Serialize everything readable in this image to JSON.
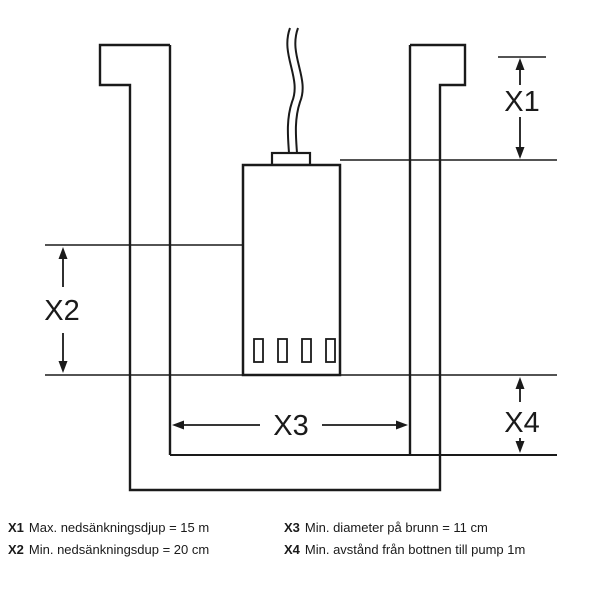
{
  "diagram": {
    "title": "well-pump-installation-dimensions",
    "labels": {
      "x1": "X1",
      "x2": "X2",
      "x3": "X3",
      "x4": "X4"
    }
  },
  "legend": {
    "items": [
      {
        "key": "X1",
        "text": "Max. nedsänkningsdjup = 15 m"
      },
      {
        "key": "X2",
        "text": "Min. nedsänkningsdup = 20 cm"
      },
      {
        "key": "X3",
        "text": "Min. diameter på brunn = 11 cm"
      },
      {
        "key": "X4",
        "text": "Min. avstånd från bottnen till pump 1m"
      }
    ]
  },
  "colors": {
    "line": "#1a1a1a",
    "background": "#ffffff"
  }
}
